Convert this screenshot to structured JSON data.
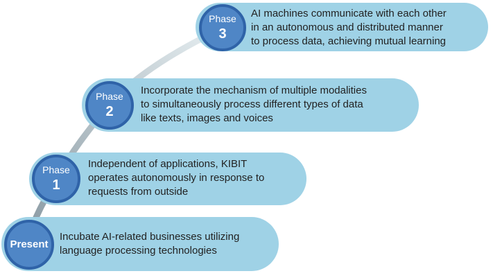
{
  "steps": [
    {
      "label": "Phase",
      "number": "3",
      "text": [
        "AI machines communicate with each other",
        "in an autonomous and distributed manner",
        "to process data, achieving mutual learning"
      ]
    },
    {
      "label": "Phase",
      "number": "2",
      "text": [
        "Incorporate the mechanism of multiple modalities",
        "to simultaneously process different types of data",
        "like texts, images and voices"
      ]
    },
    {
      "label": "Phase",
      "number": "1",
      "text": [
        "Independent of applications, KIBIT",
        "operates autonomously in response to",
        "requests from outside"
      ]
    },
    {
      "label": "Present",
      "number": "",
      "text": [
        "Incubate AI-related businesses utilizing",
        "language processing technologies"
      ]
    }
  ],
  "colors": {
    "pill": "#9fd2e6",
    "circle": "#4f86c6",
    "circle_border": "#2f63a8",
    "path_start": "#8a9aa3",
    "path_end": "#e6eef1"
  }
}
